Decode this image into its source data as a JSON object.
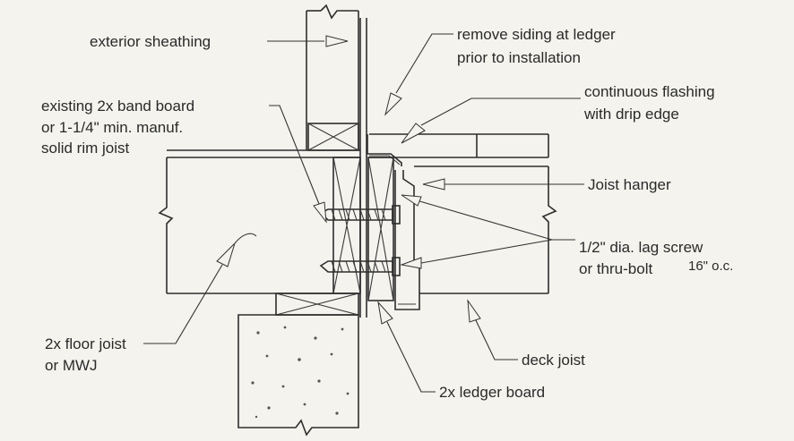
{
  "labels": {
    "exterior_sheathing": "exterior sheathing",
    "remove_siding_1": "remove siding at ledger",
    "remove_siding_2": "prior to installation",
    "continuous_flashing_1": "continuous flashing",
    "continuous_flashing_2": "with drip edge",
    "band_board_1": "existing 2x band board",
    "band_board_2": "or 1-1/4\" min. manuf.",
    "band_board_3": "solid rim joist",
    "joist_hanger": "Joist hanger",
    "lag_screw_1": "1/2\" dia. lag screw",
    "lag_screw_2": "or thru-bolt",
    "lag_screw_spacing": "16\" o.c.",
    "floor_joist_1": "2x floor joist",
    "floor_joist_2": "or MWJ",
    "deck_joist": "deck joist",
    "ledger_board": "2x ledger board"
  },
  "colors": {
    "line": "#2e2e2e",
    "background": "#f4f3ee"
  }
}
